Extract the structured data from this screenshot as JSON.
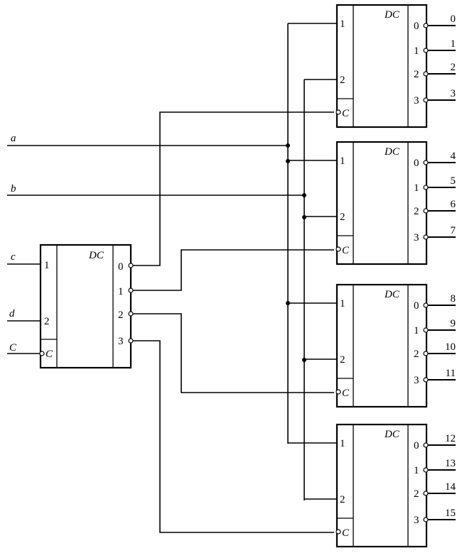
{
  "colors": {
    "line": "#000000",
    "background": "#ffffff"
  },
  "inputs": {
    "a": "a",
    "b": "b",
    "c": "c",
    "d": "d",
    "clock": "C"
  },
  "decoder": {
    "title": "DC",
    "inputs": [
      "1",
      "2"
    ],
    "clock": "C",
    "outputs": [
      "0",
      "1",
      "2",
      "3"
    ]
  },
  "output_labels": [
    "0",
    "1",
    "2",
    "3",
    "4",
    "5",
    "6",
    "7",
    "8",
    "9",
    "10",
    "11",
    "12",
    "13",
    "14",
    "15"
  ]
}
